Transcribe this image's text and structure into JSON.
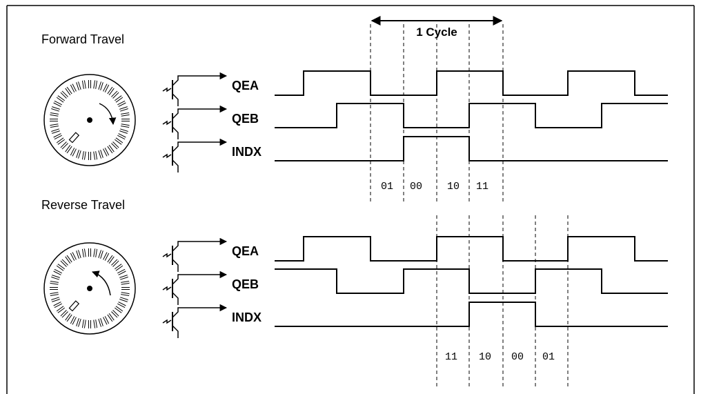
{
  "diagram": {
    "cycle_label": "1 Cycle",
    "forward": {
      "title": "Forward Travel",
      "rotation": "clockwise",
      "signals": [
        {
          "name": "QEA",
          "start_level": 0,
          "edges": [
            440,
            537,
            633,
            729,
            823,
            920
          ]
        },
        {
          "name": "QEB",
          "start_level": 0,
          "edges": [
            488,
            585,
            680,
            776,
            872
          ]
        },
        {
          "name": "INDX",
          "start_level": 0,
          "edges": [
            585,
            680
          ]
        }
      ],
      "states": [
        "01",
        "00",
        "10",
        "11"
      ]
    },
    "reverse": {
      "title": "Reverse Travel",
      "rotation": "counterclockwise",
      "signals": [
        {
          "name": "QEA",
          "start_level": 0,
          "edges": [
            440,
            537,
            633,
            729,
            823,
            920
          ]
        },
        {
          "name": "QEB",
          "start_level": 1,
          "edges": [
            488,
            585,
            680,
            776,
            872
          ]
        },
        {
          "name": "INDX",
          "start_level": 0,
          "edges": [
            680,
            776
          ]
        }
      ],
      "states": [
        "11",
        "10",
        "00",
        "01"
      ]
    }
  }
}
